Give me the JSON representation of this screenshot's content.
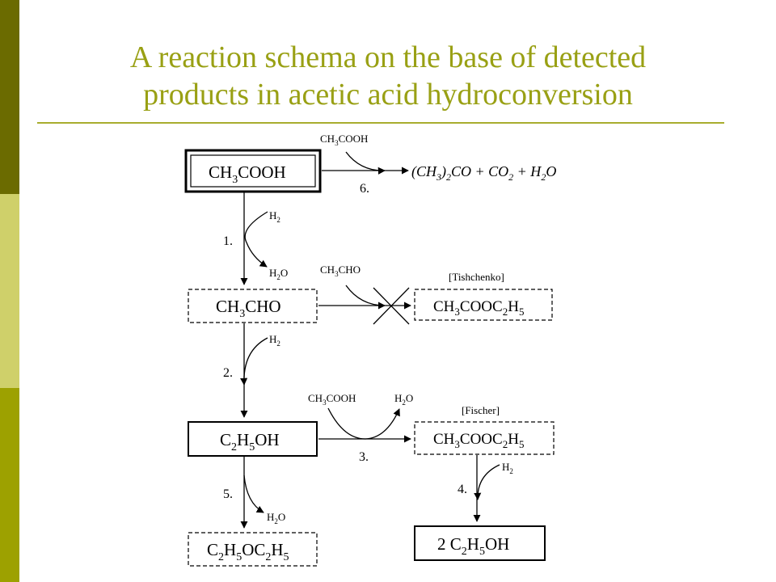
{
  "slide": {
    "title_line1": "A reaction schema on the base of detected",
    "title_line2": "products in acetic acid hydroconversion",
    "colors": {
      "title": "#99a014",
      "sidebar_dark": "#6b6b00",
      "sidebar_light": "#cfd06a",
      "sidebar_mid": "#9da100",
      "rule": "#a8ad2e"
    }
  },
  "diagram": {
    "boxes": {
      "acetic_acid": {
        "main": "CH",
        "sub1": "3",
        "tail": "COOH"
      },
      "acetaldehyde": {
        "main": "CH",
        "sub1": "3",
        "tail": "CHO"
      },
      "ethanol": {
        "main": "C",
        "sub1": "2",
        "mid": "H",
        "sub2": "5",
        "tail": "OH"
      },
      "diethyl_ether": {
        "p1": "C",
        "s1": "2",
        "p2": "H",
        "s2": "5",
        "p3": "OC",
        "s3": "2",
        "p4": "H",
        "s4": "5"
      },
      "ethyl_acetate_tishchenko": {
        "p1": "CH",
        "s1": "3",
        "p2": "COOC",
        "s2": "2",
        "p3": "H",
        "s3": "5"
      },
      "ethyl_acetate_fischer": {
        "p1": "CH",
        "s1": "3",
        "p2": "COOC",
        "s2": "2",
        "p3": "H",
        "s3": "5"
      },
      "ethanol_product": {
        "p1": "2 C",
        "s1": "2",
        "p2": "H",
        "s2": "5",
        "p3": "OH"
      }
    },
    "reagents": {
      "r6_reagent": {
        "p1": "CH",
        "s1": "3",
        "p2": "COOH"
      },
      "r1_in": {
        "p1": "H",
        "s1": "2"
      },
      "r1_out": {
        "p1": "H",
        "s1": "2",
        "p2": "O"
      },
      "tish_reagent": {
        "p1": "CH",
        "s1": "3",
        "p2": "CHO"
      },
      "r2_in": {
        "p1": "H",
        "s1": "2"
      },
      "r3_reagent": {
        "p1": "CH",
        "s1": "3",
        "p2": "COOH"
      },
      "r3_out": {
        "p1": "H",
        "s1": "2",
        "p2": "O"
      },
      "r4_in": {
        "p1": "H",
        "s1": "2"
      },
      "r5_out": {
        "p1": "H",
        "s1": "2",
        "p2": "O"
      }
    },
    "product6": {
      "p1": "(CH",
      "s1": "3",
      "p2": ")",
      "s2": "2",
      "p3": "CO + CO",
      "s3": "2",
      "p4": " + H",
      "s4": "2",
      "p5": "O"
    },
    "annotations": {
      "tishchenko": "[Tishchenko]",
      "fischer": "[Fischer]"
    },
    "step_labels": {
      "s1": "1.",
      "s2": "2.",
      "s3": "3.",
      "s4": "4.",
      "s5": "5.",
      "s6": "6."
    }
  }
}
